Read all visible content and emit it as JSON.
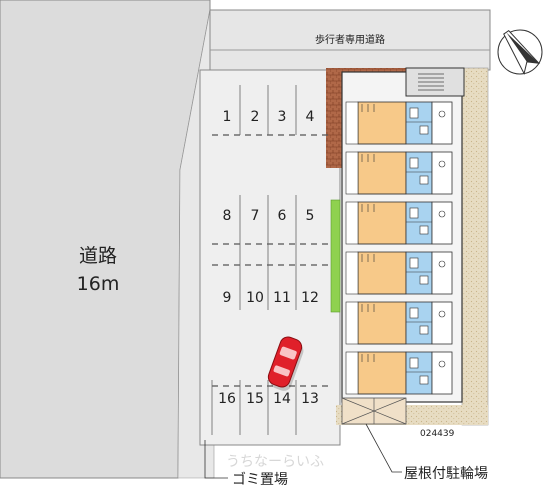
{
  "labels": {
    "pedestrian_road": "歩行者専用道路",
    "main_road": "道路",
    "main_road_width": "16m",
    "bike_parking": "屋根付駐輪場",
    "garbage": "ゴミ置場",
    "property_code": "024439",
    "watermark": "うちなーらいふ"
  },
  "parking": {
    "row_top": [
      "1",
      "2",
      "3",
      "4"
    ],
    "row_mid_top": [
      "8",
      "7",
      "6",
      "5"
    ],
    "row_mid_bottom": [
      "9",
      "10",
      "11",
      "12"
    ],
    "row_bottom": [
      "16",
      "15",
      "14",
      "13"
    ]
  },
  "icons": {
    "compass": "north-arrow-icon",
    "car": "car-icon"
  },
  "colors": {
    "road": "#dcdcdc",
    "lot": "#efefef",
    "pedestrian": "#e6e6e6",
    "unit_room": "#f7c989",
    "unit_bath": "#a9d3f0",
    "sidewalk": "#d8c8a8",
    "brick": "#a05a3c",
    "hedge": "#8fd14f",
    "car": "#e0202a"
  }
}
